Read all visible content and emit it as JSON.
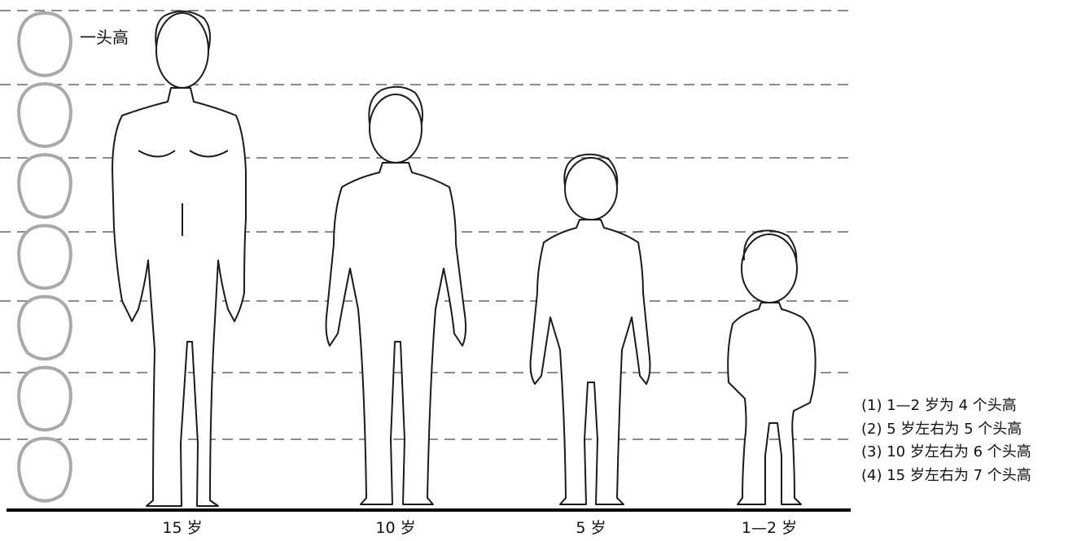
{
  "head_unit_label": "一头高",
  "figures": [
    {
      "id": "age-15",
      "age_label": "15 岁",
      "head_count": 7
    },
    {
      "id": "age-10",
      "age_label": "10 岁",
      "head_count": 6
    },
    {
      "id": "age-5",
      "age_label": "5 岁",
      "head_count": 5
    },
    {
      "id": "age-1-2",
      "age_label": "1—2 岁",
      "head_count": 4
    }
  ],
  "notes": [
    "(1) 1—2 岁为 4 个头高",
    "(2) 5 岁左右为 5 个头高",
    "(3) 10 岁左右为 6 个头高",
    "(4) 15 岁左右为 7 个头高"
  ],
  "head_scale_count": 7,
  "colors": {
    "head_outline": "#a9a9a9",
    "guide_line": "#666666",
    "ground": "#000000",
    "figure_line": "#1a1a1a"
  }
}
